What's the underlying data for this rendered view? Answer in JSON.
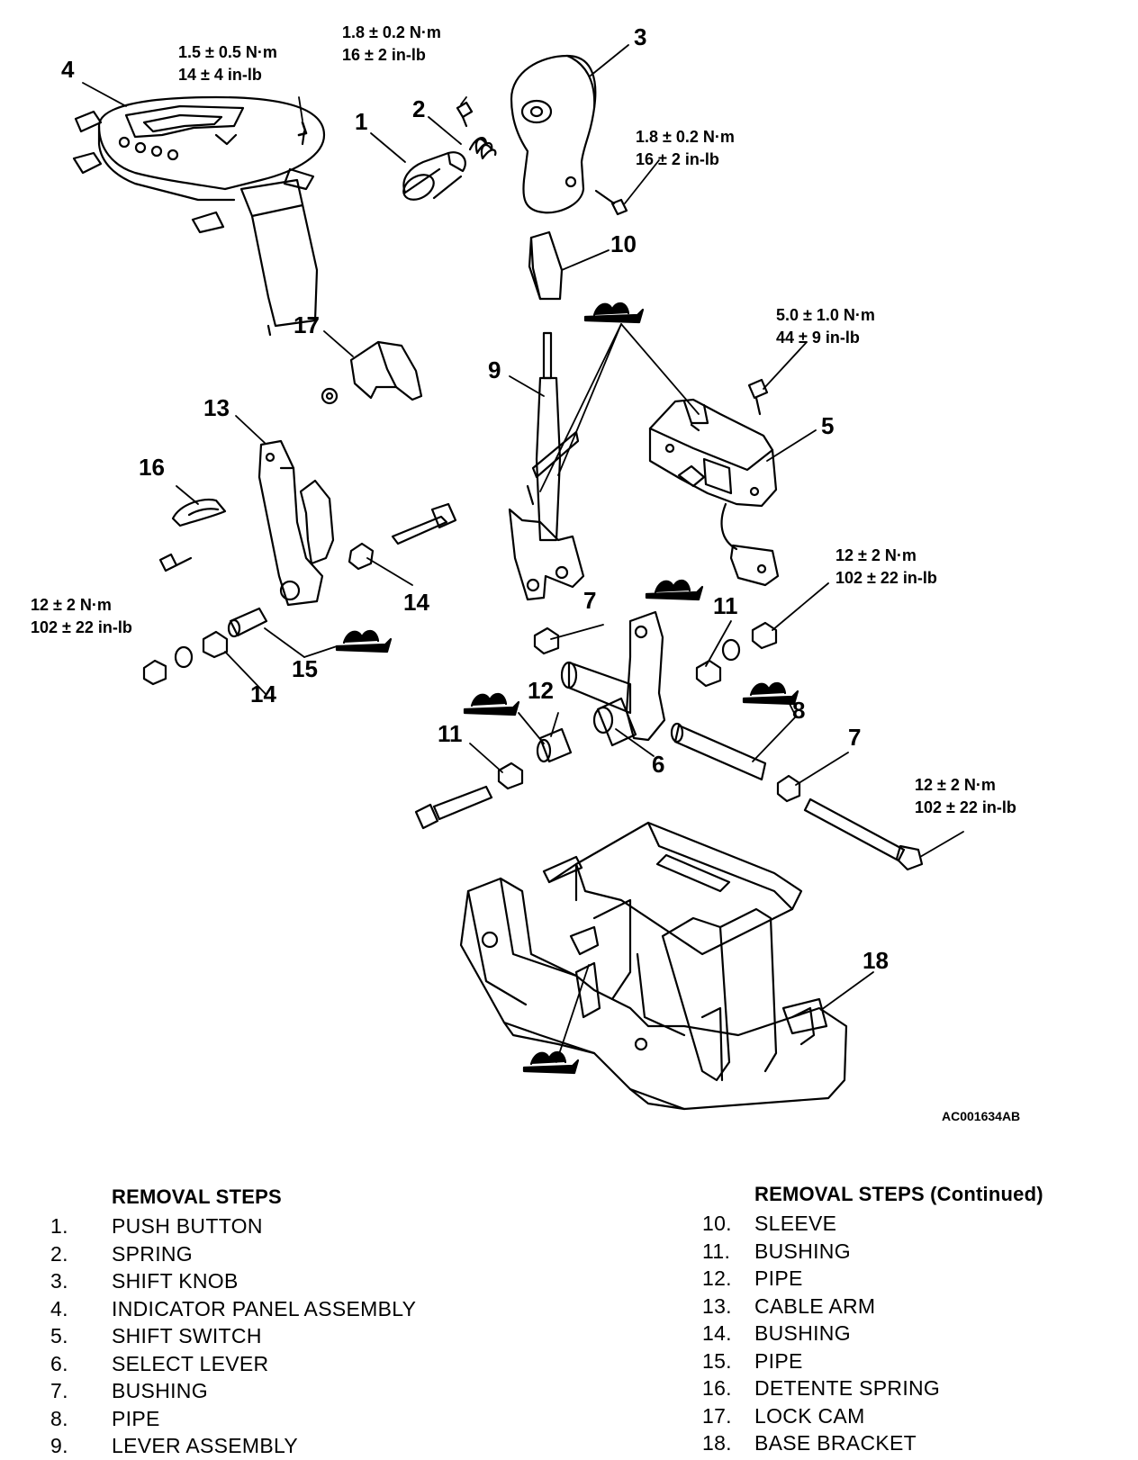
{
  "diagram": {
    "code": "AC001634AB",
    "callouts": [
      "1",
      "2",
      "3",
      "4",
      "5",
      "6",
      "7",
      "7",
      "8",
      "9",
      "10",
      "11",
      "11",
      "12",
      "13",
      "14",
      "14",
      "15",
      "16",
      "17",
      "18"
    ],
    "torques": [
      {
        "nm": "1.5 ± 0.5 N·m",
        "inlb": "14 ± 4 in-lb"
      },
      {
        "nm": "1.8 ± 0.2 N·m",
        "inlb": "16 ± 2 in-lb"
      },
      {
        "nm": "1.8 ± 0.2 N·m",
        "inlb": "16 ± 2 in-lb"
      },
      {
        "nm": "5.0 ± 1.0 N·m",
        "inlb": "44 ± 9 in-lb"
      },
      {
        "nm": "12 ± 2 N·m",
        "inlb": "102 ± 22 in-lb"
      },
      {
        "nm": "12 ± 2 N·m",
        "inlb": "102 ± 22 in-lb"
      },
      {
        "nm": "12 ± 2 N·m",
        "inlb": "102 ± 22 in-lb"
      }
    ]
  },
  "removal_steps": {
    "heading": "REMOVAL STEPS",
    "items": [
      {
        "num": "1.",
        "label": "PUSH BUTTON"
      },
      {
        "num": "2.",
        "label": "SPRING"
      },
      {
        "num": "3.",
        "label": "SHIFT KNOB"
      },
      {
        "num": "4.",
        "label": "INDICATOR PANEL ASSEMBLY"
      },
      {
        "num": "5.",
        "label": "SHIFT SWITCH"
      },
      {
        "num": "6.",
        "label": "SELECT LEVER"
      },
      {
        "num": "7.",
        "label": "BUSHING"
      },
      {
        "num": "8.",
        "label": "PIPE"
      },
      {
        "num": "9.",
        "label": "LEVER ASSEMBLY"
      }
    ]
  },
  "removal_steps_continued": {
    "heading": "REMOVAL STEPS (Continued)",
    "items": [
      {
        "num": "10.",
        "label": "SLEEVE"
      },
      {
        "num": "11.",
        "label": "BUSHING"
      },
      {
        "num": "12.",
        "label": "PIPE"
      },
      {
        "num": "13.",
        "label": "CABLE ARM"
      },
      {
        "num": "14.",
        "label": "BUSHING"
      },
      {
        "num": "15.",
        "label": "PIPE"
      },
      {
        "num": "16.",
        "label": "DETENTE SPRING"
      },
      {
        "num": "17.",
        "label": "LOCK CAM"
      },
      {
        "num": "18.",
        "label": "BASE BRACKET"
      }
    ]
  }
}
